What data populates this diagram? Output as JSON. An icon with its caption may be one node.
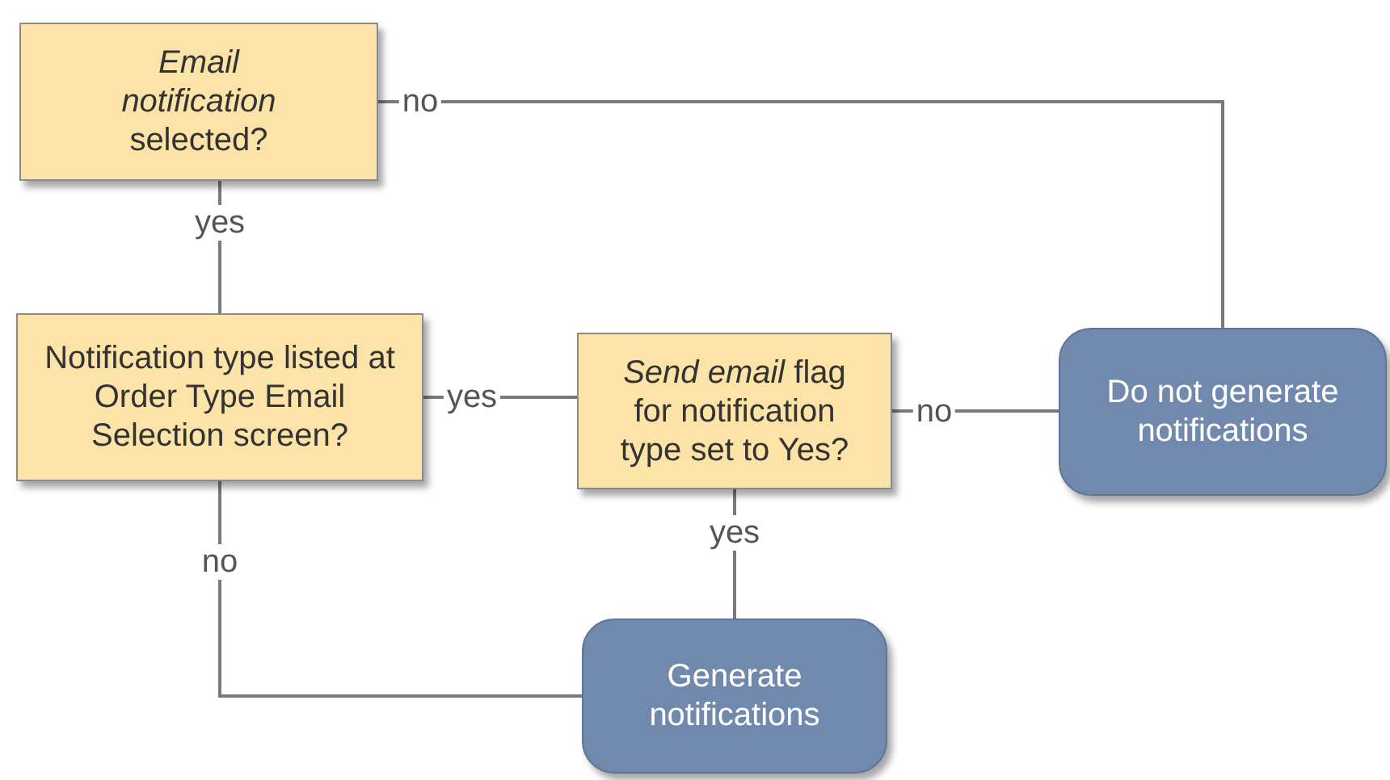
{
  "diagram": {
    "nodes": [
      {
        "text": [
          "*Email notification* selected?"
        ]
      },
      {
        "text": [
          "Notification type listed at Order Type Email Selection screen?"
        ]
      },
      {
        "text": [
          "*Send email* flag for notification type set to Yes?"
        ]
      },
      {
        "text": [
          "Generate notifications"
        ]
      },
      {
        "text": [
          "Do not generate notifications"
        ]
      }
    ],
    "edges": [
      {
        "from": 0,
        "to": 4,
        "label": "no",
        "arrow": "none"
      },
      {
        "from": 0,
        "to": 1,
        "label": "yes",
        "arrow": "none"
      },
      {
        "from": 1,
        "to": 2,
        "label": "yes",
        "arrow": "none"
      },
      {
        "from": 2,
        "to": 4,
        "label": "no",
        "arrow": "none"
      },
      {
        "from": 2,
        "to": 3,
        "label": "yes",
        "arrow": "none"
      },
      {
        "from": 1,
        "to": 3,
        "label": "no",
        "arrow": "none"
      }
    ]
  }
}
